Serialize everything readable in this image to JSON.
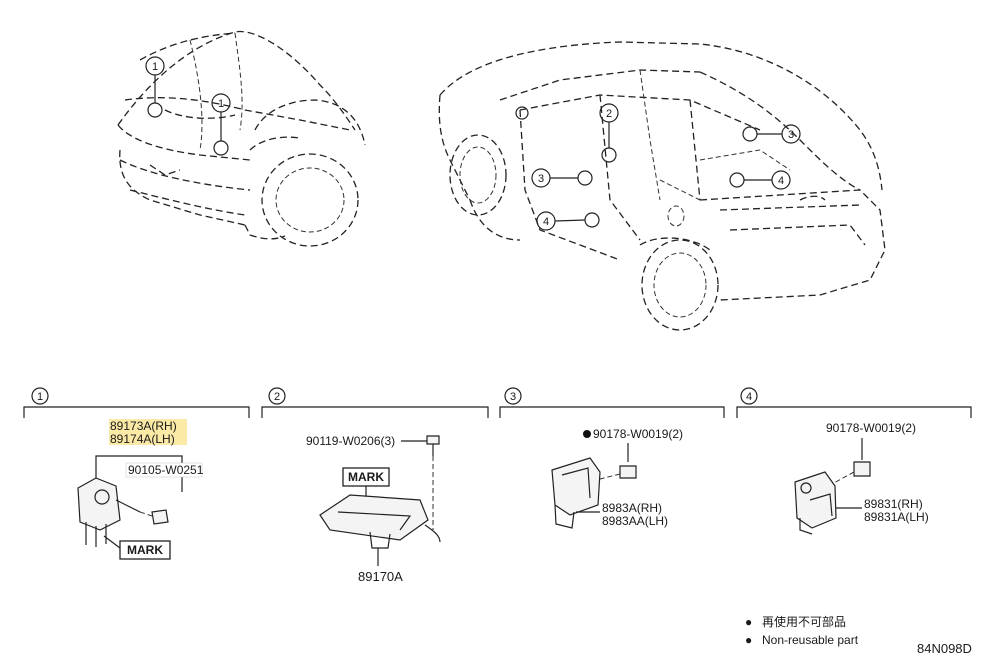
{
  "callouts": {
    "c1": "1",
    "c2": "2",
    "c3": "3",
    "c4": "4"
  },
  "sections": [
    {
      "number": "1"
    },
    {
      "number": "2"
    },
    {
      "number": "3"
    },
    {
      "number": "4"
    }
  ],
  "parts": {
    "s1_part_rh": "89173A(RH)",
    "s1_part_lh": "89174A(LH)",
    "s1_bolt": "90105-W0251",
    "s1_mark": "MARK",
    "s2_bolt": "90119-W0206(3)",
    "s2_mark": "MARK",
    "s2_part": "89170A",
    "s3_nut": "90178-W0019(2)",
    "s3_part_rh": "8983A(RH)",
    "s3_part_lh": "8983AA(LH)",
    "s4_nut": "90178-W0019(2)",
    "s4_part_rh": "89831(RH)",
    "s4_part_lh": "89831A(LH)"
  },
  "legend": {
    "bullet": "●",
    "line_cn": "再使用不可部品",
    "line_en": "Non-reusable part"
  },
  "diagram_code": "84N098D",
  "colors": {
    "highlight": "#fbe9a6",
    "line": "#222222"
  }
}
